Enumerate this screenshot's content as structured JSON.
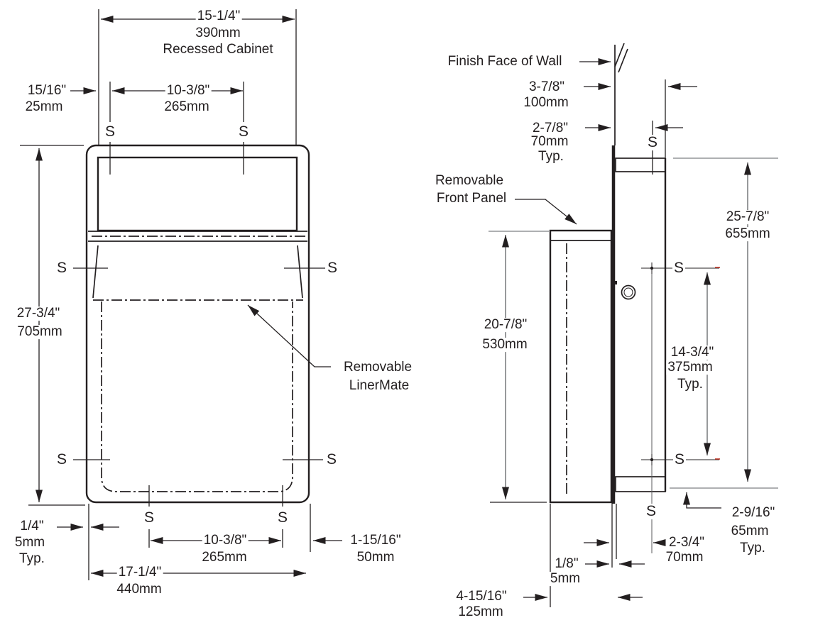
{
  "s_marker": "S",
  "front_view": {
    "recessed_width_in": "15-1/4\"",
    "recessed_width_mm": "390mm",
    "recessed_width_note": "Recessed Cabinet",
    "screw_span_top_in": "10-3/8\"",
    "screw_span_top_mm": "265mm",
    "left_inset_in": "15/16\"",
    "left_inset_mm": "25mm",
    "height_in": "27-3/4\"",
    "height_mm": "705mm",
    "linermate_line1": "Removable",
    "linermate_line2": "LinerMate",
    "flange_in": "1/4\"",
    "flange_mm": "5mm",
    "flange_note": "Typ.",
    "screw_span_bottom_in": "10-3/8\"",
    "screw_span_bottom_mm": "265mm",
    "right_inset_in": "1-15/16\"",
    "right_inset_mm": "50mm",
    "overall_width_in": "17-1/4\"",
    "overall_width_mm": "440mm"
  },
  "side_view": {
    "wall_label": "Finish Face of Wall",
    "rough_depth_in": "3-7/8\"",
    "rough_depth_mm": "100mm",
    "recess_depth_in": "2-7/8\"",
    "recess_depth_mm": "70mm",
    "recess_depth_note": "Typ.",
    "panel_line1": "Removable",
    "panel_line2": "Front Panel",
    "overall_height_in": "25-7/8\"",
    "overall_height_mm": "655mm",
    "panel_height_in": "20-7/8\"",
    "panel_height_mm": "530mm",
    "screw_span_in": "14-3/4\"",
    "screw_span_mm": "375mm",
    "screw_span_note": "Typ.",
    "bottom_inset_in": "2-9/16\"",
    "bottom_inset_mm": "65mm",
    "bottom_inset_note": "Typ.",
    "screw_depth_in": "2-3/4\"",
    "screw_depth_mm": "70mm",
    "gap_in": "1/8\"",
    "gap_mm": "5mm",
    "panel_depth_in": "4-15/16\"",
    "panel_depth_mm": "125mm"
  }
}
